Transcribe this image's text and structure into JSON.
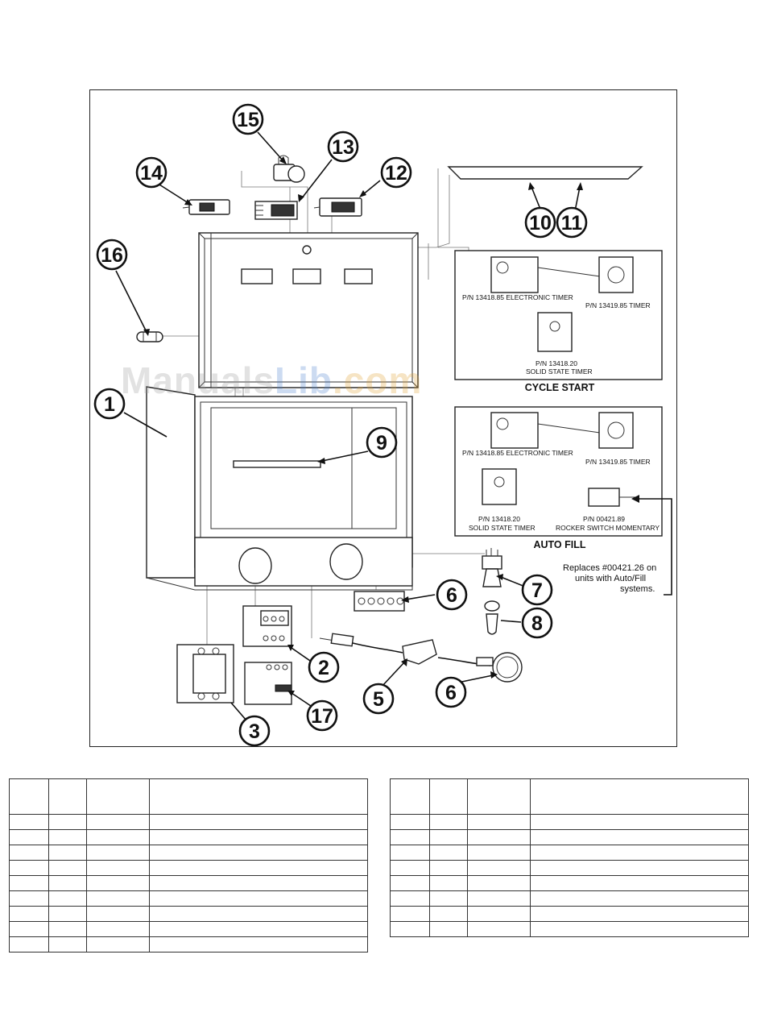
{
  "diagram": {
    "callouts": [
      "15",
      "13",
      "14",
      "12",
      "10",
      "11",
      "16",
      "1",
      "9",
      "6",
      "7",
      "8",
      "2",
      "5",
      "6",
      "17",
      "3"
    ],
    "insets": {
      "cycle_start": {
        "title": "CYCLE START",
        "labels": [
          "P/N 13418.85 ELECTRONIC TIMER",
          "P/N 13419.85 TIMER",
          "P/N 13418.20",
          "SOLID STATE TIMER"
        ]
      },
      "auto_fill": {
        "title": "AUTO FILL",
        "labels": [
          "P/N 13418.85 ELECTRONIC TIMER",
          "P/N 13419.85 TIMER",
          "P/N 13418.20",
          "SOLID STATE TIMER",
          "P/N 00421.89",
          "ROCKER SWITCH MOMENTARY"
        ]
      }
    },
    "note_lines": [
      "Replaces #00421.26 on",
      "units with Auto/Fill",
      "systems."
    ],
    "watermark": {
      "part1": "Manuals",
      "part2": "Lib",
      "part3": ".com"
    }
  },
  "tables": {
    "left": {
      "rows": 10,
      "cols": 4
    },
    "right": {
      "rows": 9,
      "cols": 4
    }
  }
}
